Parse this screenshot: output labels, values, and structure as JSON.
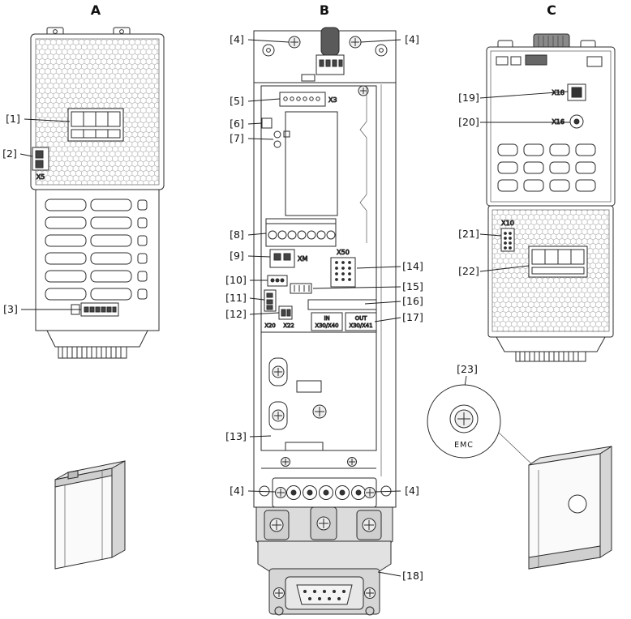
{
  "titles": {
    "a": "A",
    "b": "B",
    "c": "C"
  },
  "callouts": {
    "n1": "[1]",
    "n2": "[2]",
    "n3": "[3]",
    "n4": "[4]",
    "n5": "[5]",
    "n6": "[6]",
    "n7": "[7]",
    "n8": "[8]",
    "n9": "[9]",
    "n10": "[10]",
    "n11": "[11]",
    "n12": "[12]",
    "n13": "[13]",
    "n14": "[14]",
    "n15": "[15]",
    "n16": "[16]",
    "n17": "[17]",
    "n18": "[18]",
    "n19": "[19]",
    "n20": "[20]",
    "n21": "[21]",
    "n22": "[22]",
    "n23": "[23]"
  },
  "labels": {
    "x5": "X5",
    "x3": "X3",
    "xm": "XM",
    "x50": "X50",
    "x20": "X20",
    "x22": "X22",
    "in_title": "IN",
    "in_port": "X30/X40",
    "out_title": "OUT",
    "out_port": "X30/X41",
    "x18": "X18",
    "x16": "X16",
    "x10": "X10",
    "emc": "EMC"
  }
}
